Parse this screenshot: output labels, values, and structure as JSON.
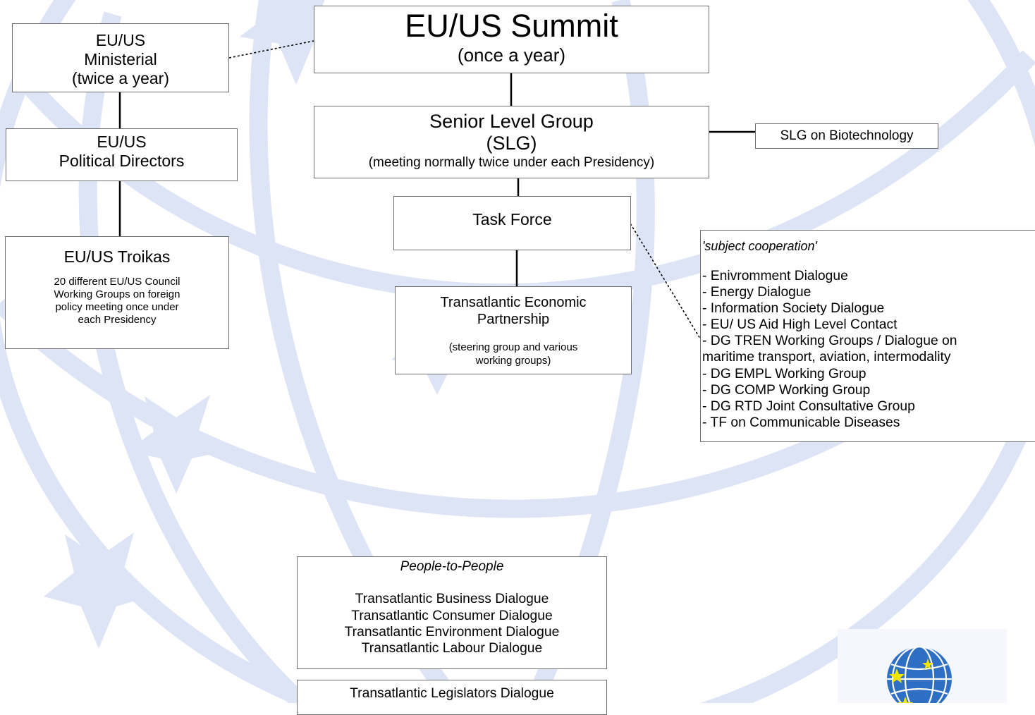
{
  "summit": {
    "title": "EU/US Summit",
    "subtitle": "(once a year)"
  },
  "ministerial": {
    "text": "EU/US\nMinisterial\n(twice a year)"
  },
  "political_directors": {
    "text": "EU/US\nPolitical Directors"
  },
  "slg": {
    "title": "Senior Level Group",
    "abbr": "(SLG)",
    "subtitle": "(meeting normally twice under each Presidency)"
  },
  "biotech": {
    "label": "SLG on Biotechnology"
  },
  "troikas": {
    "title": "EU/US Troikas",
    "body": "20 different EU/US Council\nWorking Groups on foreign\npolicy meeting once under\neach Presidency"
  },
  "task_force": {
    "label": "Task Force"
  },
  "tep": {
    "title": "Transatlantic Economic\nPartnership",
    "body": "(steering group and various\nworking groups)"
  },
  "subject_cooperation": {
    "heading": "'subject cooperation'",
    "items": [
      "- Enivromment Dialogue",
      "- Energy Dialogue",
      "- Information Society Dialogue",
      "- EU/ US Aid High Level Contact",
      "- DG TREN Working Groups / Dialogue on\nmaritime transport, aviation, intermodality",
      "- DG EMPL Working Group",
      "- DG COMP Working Group",
      "- DG RTD Joint Consultative Group",
      "- TF on Communicable Diseases"
    ]
  },
  "people_to_people": {
    "heading": "People-to-People",
    "items": [
      "Transatlantic Business Dialogue",
      "Transatlantic Consumer Dialogue",
      "Transatlantic Environment Dialogue",
      "Transatlantic Labour Dialogue"
    ]
  },
  "legislators": {
    "label": "Transatlantic Legislators Dialogue"
  },
  "colors": {
    "background_motif": "#dde4f6",
    "line": "#000000",
    "box_border": "#6d6d6d",
    "logo_globe": "#2e6fc4",
    "logo_stars": "#f2e600"
  },
  "icons": {
    "background": "globe-and-stars-watermark",
    "logo": "globe-stars-logo-icon"
  }
}
